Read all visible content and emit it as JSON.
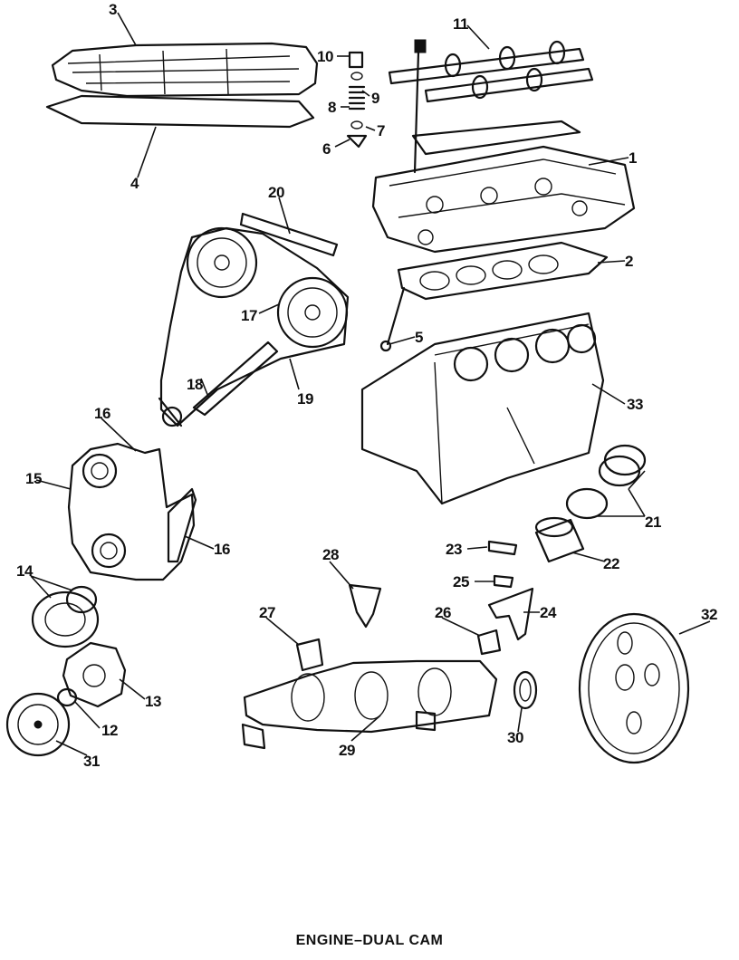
{
  "caption": "ENGINE–DUAL CAM",
  "callouts": {
    "c1": "1",
    "c2": "2",
    "c3": "3",
    "c4": "4",
    "c5": "5",
    "c6": "6",
    "c7": "7",
    "c8": "8",
    "c9": "9",
    "c10": "10",
    "c11": "11",
    "c12": "12",
    "c13": "13",
    "c14": "14",
    "c15": "15",
    "c16a": "16",
    "c16b": "16",
    "c17": "17",
    "c18": "18",
    "c19": "19",
    "c20": "20",
    "c21": "21",
    "c22": "22",
    "c23": "23",
    "c24": "24",
    "c25": "25",
    "c26": "26",
    "c27": "27",
    "c28": "28",
    "c29": "29",
    "c30": "30",
    "c31": "31",
    "c32": "32",
    "c33": "33"
  }
}
